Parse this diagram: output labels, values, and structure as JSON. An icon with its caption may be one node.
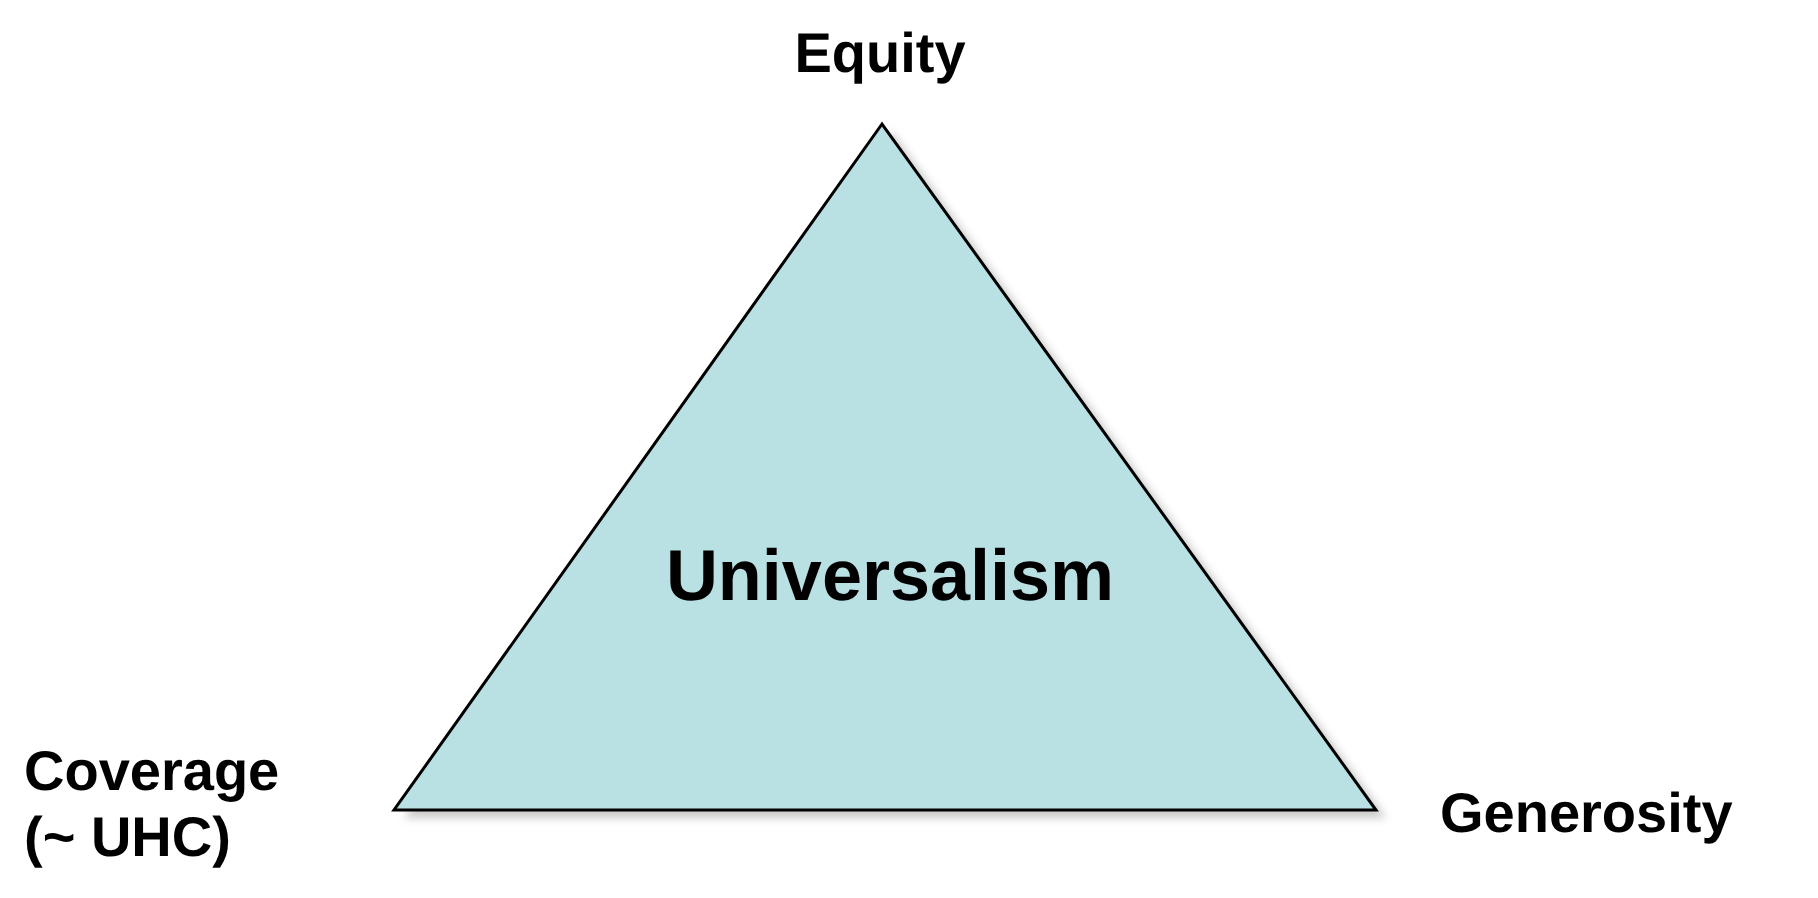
{
  "diagram": {
    "nodes": [
      {
        "text": [
          "Universalism"
        ],
        "beside": [
          "Equity",
          "Coverage (~ UHC)",
          "Generosity"
        ]
      }
    ]
  }
}
